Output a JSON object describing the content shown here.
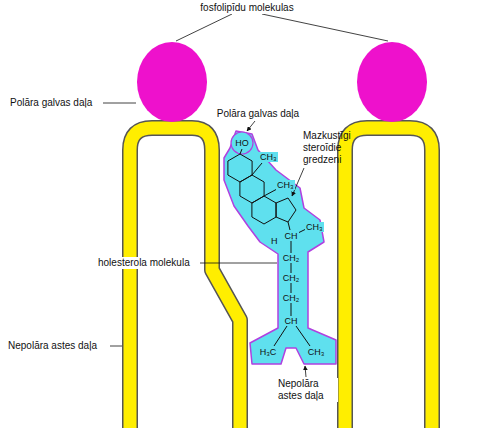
{
  "diagram": {
    "labels": [
      "fosfolipīdu molekulas",
      "Polāra galvas daļa",
      "Polāra galvas daļa",
      "Mazkustīgi steroīdie gredzeni",
      "holesterola molekula",
      "Nepolāra astes daļa",
      "Nepolāra astes daļa",
      "HO",
      "CH₃",
      "CH₃",
      "CH",
      "CH₃",
      "H",
      "CH₂",
      "CH₂",
      "CH₂",
      "CH",
      "H₃C",
      "CH₃"
    ]
  }
}
